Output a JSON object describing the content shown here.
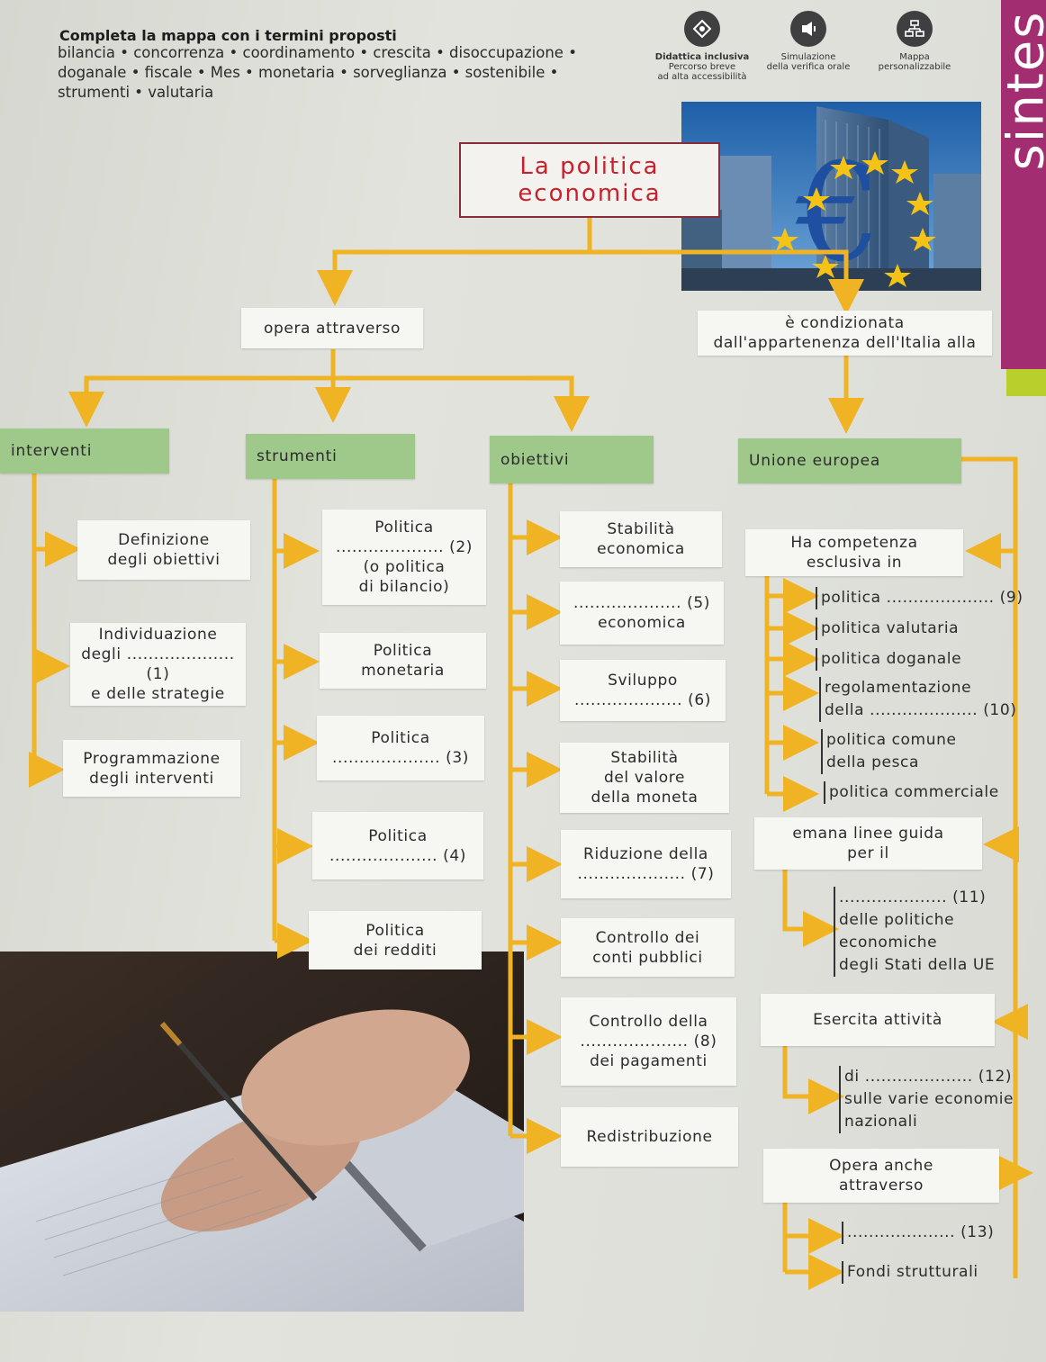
{
  "exercise": {
    "heading": "Completa la mappa con i termini proposti",
    "words": "bilancia • concorrenza • coordinamento • crescita • disoccupazione • doganale • fiscale • Mes • monetaria • sorveglianza • sostenibile • strumenti • valutaria"
  },
  "tools": [
    {
      "line1": "Didattica inclusiva",
      "line2": "Percorso breve",
      "line3": "ad alta accessibilità",
      "icon": "accessibility-icon"
    },
    {
      "line1": "Simulazione",
      "line2": "della verifica orale",
      "line3": "",
      "icon": "audio-icon"
    },
    {
      "line1": "Mappa",
      "line2": "personalizzabile",
      "line3": "",
      "icon": "map-icon"
    }
  ],
  "sidebar": {
    "label": "sintes"
  },
  "map": {
    "title": "La politica\neconomica",
    "link_left": "opera attraverso",
    "link_right": "è condizionata\ndall'appartenenza dell'Italia alla",
    "cat_interventi": "interventi",
    "cat_strumenti": "strumenti",
    "cat_obiettivi": "obiettivi",
    "cat_ue": "Unione europea",
    "interventi": [
      "Definizione\ndegli obiettivi",
      "Individuazione\ndegli .................... (1)\ne delle strategie",
      "Programmazione\ndegli interventi"
    ],
    "strumenti": [
      "Politica\n.................... (2)\n(o politica\ndi bilancio)",
      "Politica\nmonetaria",
      "Politica\n.................... (3)",
      "Politica\n.................... (4)",
      "Politica\ndei redditi"
    ],
    "obiettivi": [
      "Stabilità\neconomica",
      ".................... (5)\neconomica",
      "Sviluppo\n.................... (6)",
      "Stabilità\ndel valore\ndella moneta",
      "Riduzione della\n.................... (7)",
      "Controllo dei\nconti pubblici",
      "Controllo della\n.................... (8)\ndei pagamenti",
      "Redistribuzione"
    ],
    "ue": {
      "competenza": "Ha competenza\nesclusiva in",
      "competenza_items": [
        "politica .................... (9)",
        "politica valutaria",
        "politica doganale",
        "regolamentazione\n   della .................... (10)",
        "politica comune\n   della pesca",
        "politica commerciale"
      ],
      "linee_guida": "emana linee guida\nper il",
      "linee_guida_text": ".................... (11)\ndelle politiche\neconomiche\ndegli Stati della UE",
      "attivita": "Esercita attività",
      "attivita_text": "di .................... (12)\nsulle varie economie\nnazionali",
      "opera": "Opera anche\nattraverso",
      "opera_items": [
        ".................... (13)",
        "Fondi strutturali"
      ]
    }
  }
}
